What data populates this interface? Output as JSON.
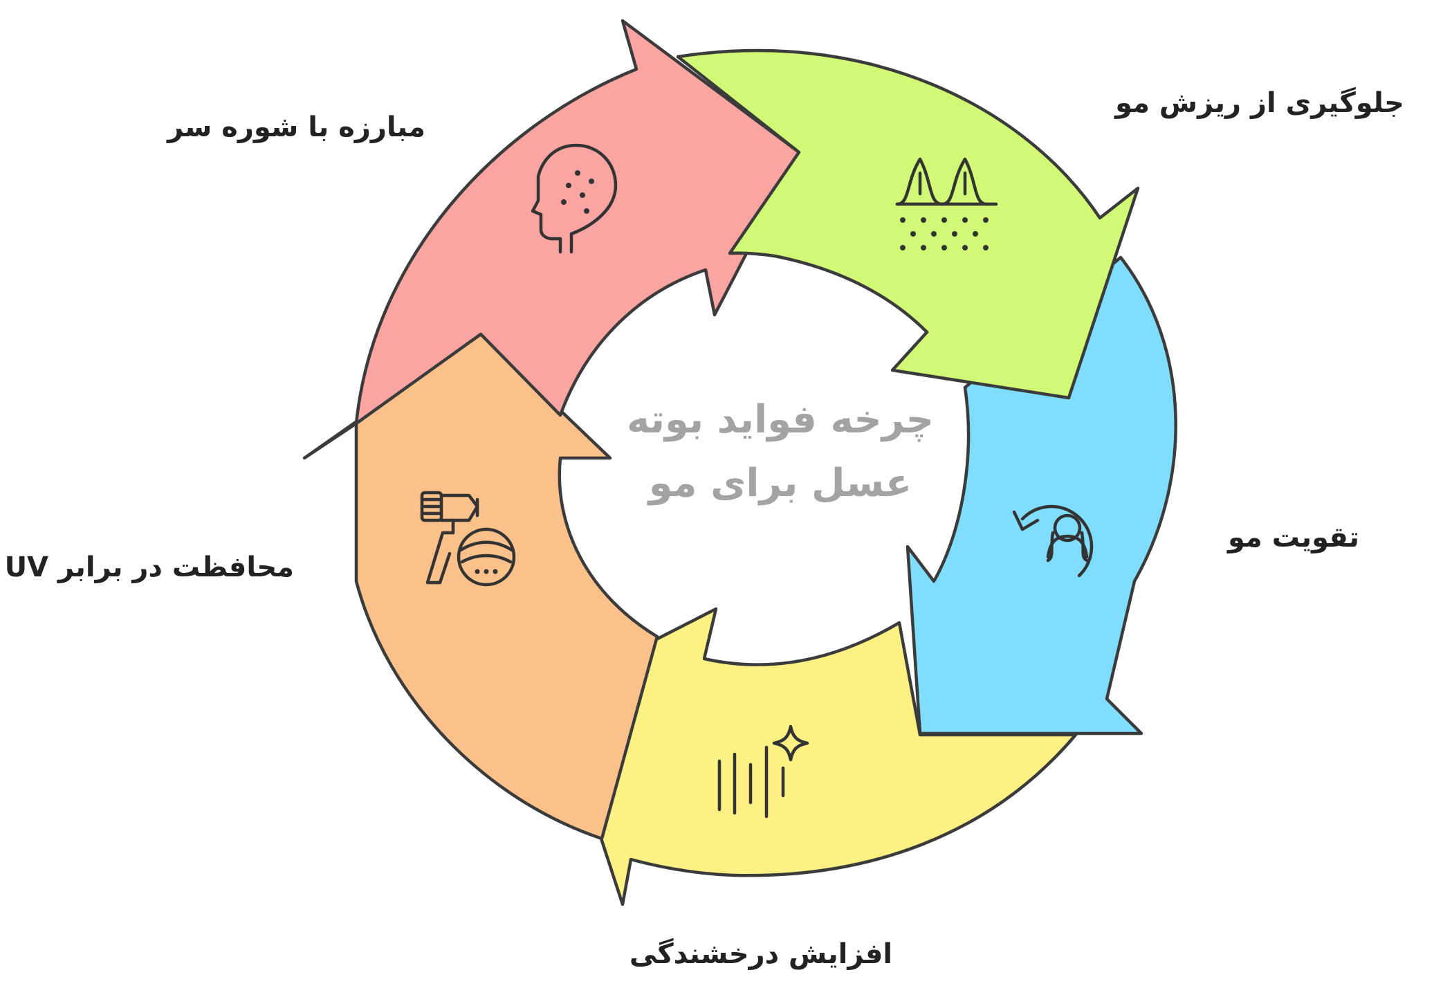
{
  "diagram": {
    "center_title_lines": [
      "چرخه فواید بوته",
      "عسل برای مو"
    ],
    "steps": [
      {
        "label": "جلوگیری از ریزش مو",
        "color": "#d2f976",
        "icon": "hair-follicle-icon"
      },
      {
        "label": "تقویت مو",
        "color": "#7fddff",
        "icon": "hair-restore-icon"
      },
      {
        "label": "افزایش درخشندگی",
        "color": "#fdf184",
        "icon": "shine-sparkle-icon"
      },
      {
        "label": "UV محافظت در برابر",
        "color": "#fac18a",
        "icon": "sun-protection-icon"
      },
      {
        "label": "مبارزه با شوره سر",
        "color": "#fba5a3",
        "icon": "scalp-face-icon"
      }
    ],
    "stroke_color": "#3b3b3b"
  }
}
